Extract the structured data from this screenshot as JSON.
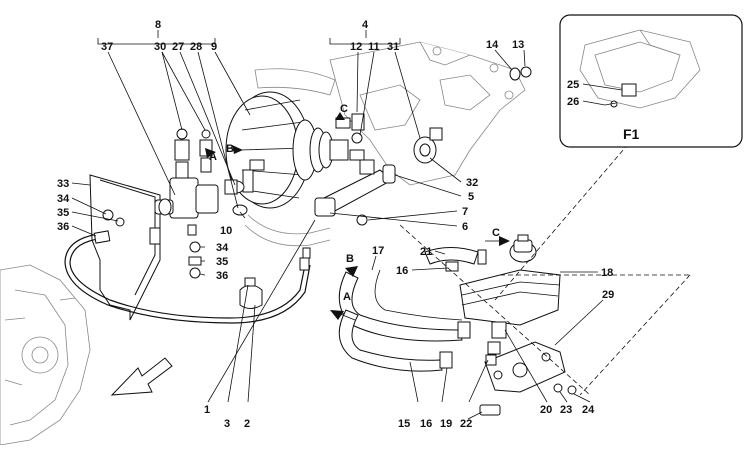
{
  "callouts": {
    "n1": "1",
    "n2": "2",
    "n3": "3",
    "n4": "4",
    "n5": "5",
    "n6": "6",
    "n7": "7",
    "n8": "8",
    "n9": "9",
    "n10": "10",
    "n11": "11",
    "n12": "12",
    "n13": "13",
    "n14": "14",
    "n15": "15",
    "n16a": "16",
    "n16b": "16",
    "n17": "17",
    "n18": "18",
    "n19": "19",
    "n20": "20",
    "n21": "21",
    "n22": "22",
    "n23": "23",
    "n24": "24",
    "n25": "25",
    "n26": "26",
    "n27": "27",
    "n28": "28",
    "n29": "29",
    "n30": "30",
    "n31": "31",
    "n32": "32",
    "n33": "33",
    "n34a": "34",
    "n34b": "34",
    "n35a": "35",
    "n35b": "35",
    "n36a": "36",
    "n36b": "36",
    "n37": "37"
  },
  "flow_marks": {
    "a1": "A",
    "a2": "A",
    "b1": "B",
    "b2": "B",
    "c1": "C",
    "c2": "C"
  },
  "inset": {
    "label": "F1"
  }
}
